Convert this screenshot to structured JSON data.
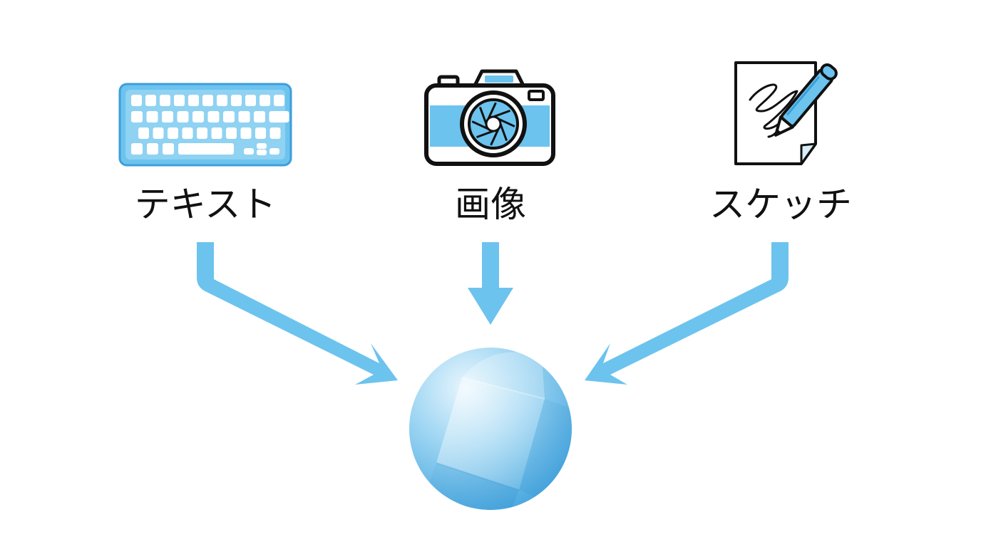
{
  "inputs": [
    {
      "id": "text",
      "label": "テキスト",
      "icon": "keyboard-icon"
    },
    {
      "id": "image",
      "label": "画像",
      "icon": "camera-icon"
    },
    {
      "id": "sketch",
      "label": "スケッチ",
      "icon": "sketch-pen-icon"
    }
  ],
  "output": {
    "icon": "sphere-icon"
  },
  "colors": {
    "accent": "#6cc3ee",
    "accent_light": "#bfe5f8",
    "accent_dark": "#3c9fd9",
    "outline": "#111111",
    "label": "#111111",
    "background": "#ffffff"
  }
}
